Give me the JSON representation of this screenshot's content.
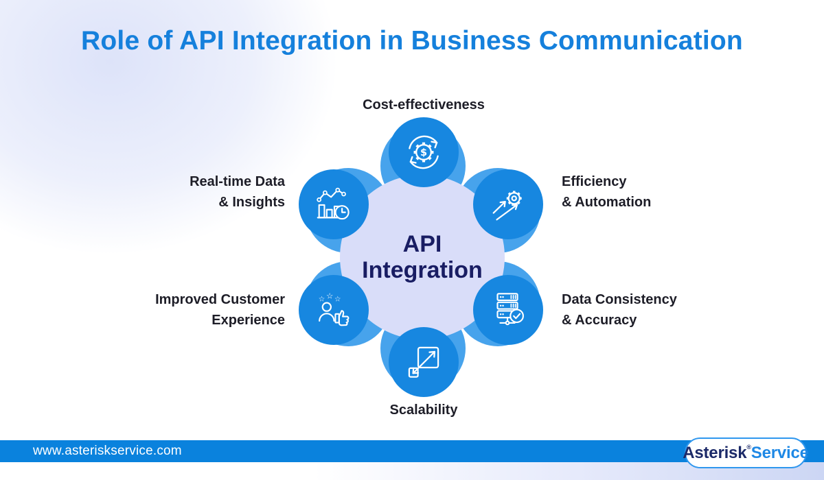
{
  "header": {
    "title": "Role of API Integration in Business Communication"
  },
  "diagram": {
    "center": {
      "line1": "API",
      "line2": "Integration"
    },
    "nodes": [
      {
        "name": "cost-effectiveness",
        "position": "top",
        "icon": "dollar-gear-cycle-icon",
        "label_lines": [
          "Cost-effectiveness"
        ]
      },
      {
        "name": "efficiency-automation",
        "position": "right-top",
        "icon": "gear-arrows-icon",
        "label_lines": [
          "Efficiency",
          "& Automation"
        ]
      },
      {
        "name": "data-consistency-accuracy",
        "position": "right-bottom",
        "icon": "server-check-icon",
        "label_lines": [
          "Data Consistency",
          "& Accuracy"
        ]
      },
      {
        "name": "scalability",
        "position": "bottom",
        "icon": "expand-arrow-icon",
        "label_lines": [
          "Scalability"
        ]
      },
      {
        "name": "improved-customer-experience",
        "position": "left-bottom",
        "icon": "customer-thumbs-up-icon",
        "label_lines": [
          "Improved Customer",
          "Experience"
        ]
      },
      {
        "name": "real-time-data-insights",
        "position": "left-top",
        "icon": "chart-clock-icon",
        "label_lines": [
          "Real-time Data",
          "& Insights"
        ]
      }
    ]
  },
  "footer": {
    "website": "www.asteriskservice.com",
    "logo": {
      "primary": "Asterisk",
      "registered": "®",
      "secondary": "Service"
    }
  },
  "colors": {
    "title_blue": "#1580dc",
    "node_circle_blue": "#1787e0",
    "petal_blue": "#47a3ec",
    "center_circle_fill": "#d9ddf9",
    "center_text_navy": "#191d63",
    "label_text": "#1d1d27",
    "footer_bar_blue": "#0a82dd",
    "logo_primary_navy": "#1b2968",
    "logo_secondary_blue": "#1e88e5",
    "icon_stroke": "#ffffff"
  }
}
